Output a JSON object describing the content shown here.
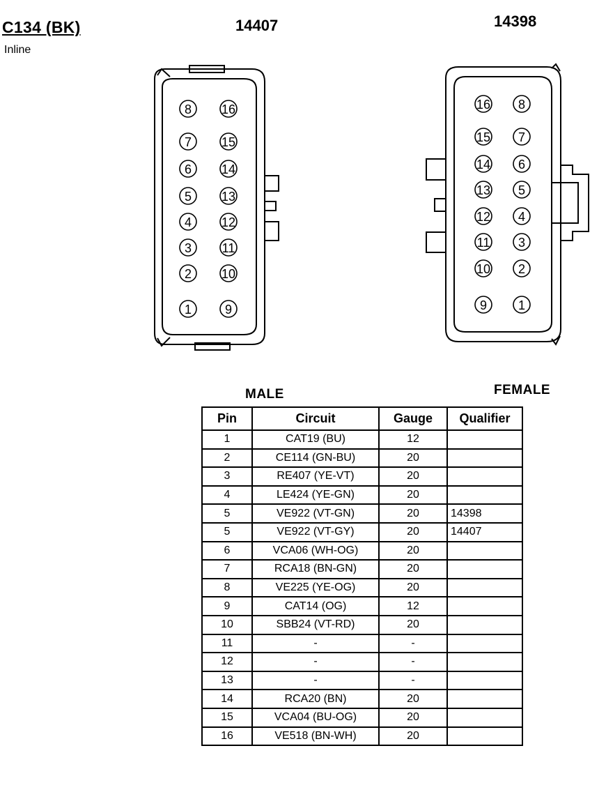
{
  "header": {
    "title": "C134 (BK)",
    "subtitle": "Inline",
    "male_connector": "14407",
    "female_connector": "14398"
  },
  "diagram": {
    "male_pins": {
      "left_column": [
        "8",
        "7",
        "6",
        "5",
        "4",
        "3",
        "2",
        "1"
      ],
      "right_column": [
        "16",
        "15",
        "14",
        "13",
        "12",
        "11",
        "10",
        "9"
      ]
    },
    "female_pins": {
      "left_column": [
        "16",
        "15",
        "14",
        "13",
        "12",
        "11",
        "10",
        "9"
      ],
      "right_column": [
        "8",
        "7",
        "6",
        "5",
        "4",
        "3",
        "2",
        "1"
      ]
    }
  },
  "labels": {
    "male": "MALE",
    "female": "FEMALE"
  },
  "table": {
    "headers": [
      "Pin",
      "Circuit",
      "Gauge",
      "Qualifier"
    ],
    "rows": [
      {
        "pin": "1",
        "circuit": "CAT19 (BU)",
        "gauge": "12",
        "qualifier": ""
      },
      {
        "pin": "2",
        "circuit": "CE114 (GN-BU)",
        "gauge": "20",
        "qualifier": ""
      },
      {
        "pin": "3",
        "circuit": "RE407 (YE-VT)",
        "gauge": "20",
        "qualifier": ""
      },
      {
        "pin": "4",
        "circuit": "LE424 (YE-GN)",
        "gauge": "20",
        "qualifier": ""
      },
      {
        "pin": "5",
        "circuit": "VE922 (VT-GN)",
        "gauge": "20",
        "qualifier": "14398"
      },
      {
        "pin": "5",
        "circuit": "VE922 (VT-GY)",
        "gauge": "20",
        "qualifier": "14407"
      },
      {
        "pin": "6",
        "circuit": "VCA06 (WH-OG)",
        "gauge": "20",
        "qualifier": ""
      },
      {
        "pin": "7",
        "circuit": "RCA18 (BN-GN)",
        "gauge": "20",
        "qualifier": ""
      },
      {
        "pin": "8",
        "circuit": "VE225 (YE-OG)",
        "gauge": "20",
        "qualifier": ""
      },
      {
        "pin": "9",
        "circuit": "CAT14 (OG)",
        "gauge": "12",
        "qualifier": ""
      },
      {
        "pin": "10",
        "circuit": "SBB24 (VT-RD)",
        "gauge": "20",
        "qualifier": ""
      },
      {
        "pin": "11",
        "circuit": "-",
        "gauge": "-",
        "qualifier": ""
      },
      {
        "pin": "12",
        "circuit": "-",
        "gauge": "-",
        "qualifier": ""
      },
      {
        "pin": "13",
        "circuit": "-",
        "gauge": "-",
        "qualifier": ""
      },
      {
        "pin": "14",
        "circuit": "RCA20 (BN)",
        "gauge": "20",
        "qualifier": ""
      },
      {
        "pin": "15",
        "circuit": "VCA04 (BU-OG)",
        "gauge": "20",
        "qualifier": ""
      },
      {
        "pin": "16",
        "circuit": "VE518 (BN-WH)",
        "gauge": "20",
        "qualifier": ""
      }
    ]
  }
}
